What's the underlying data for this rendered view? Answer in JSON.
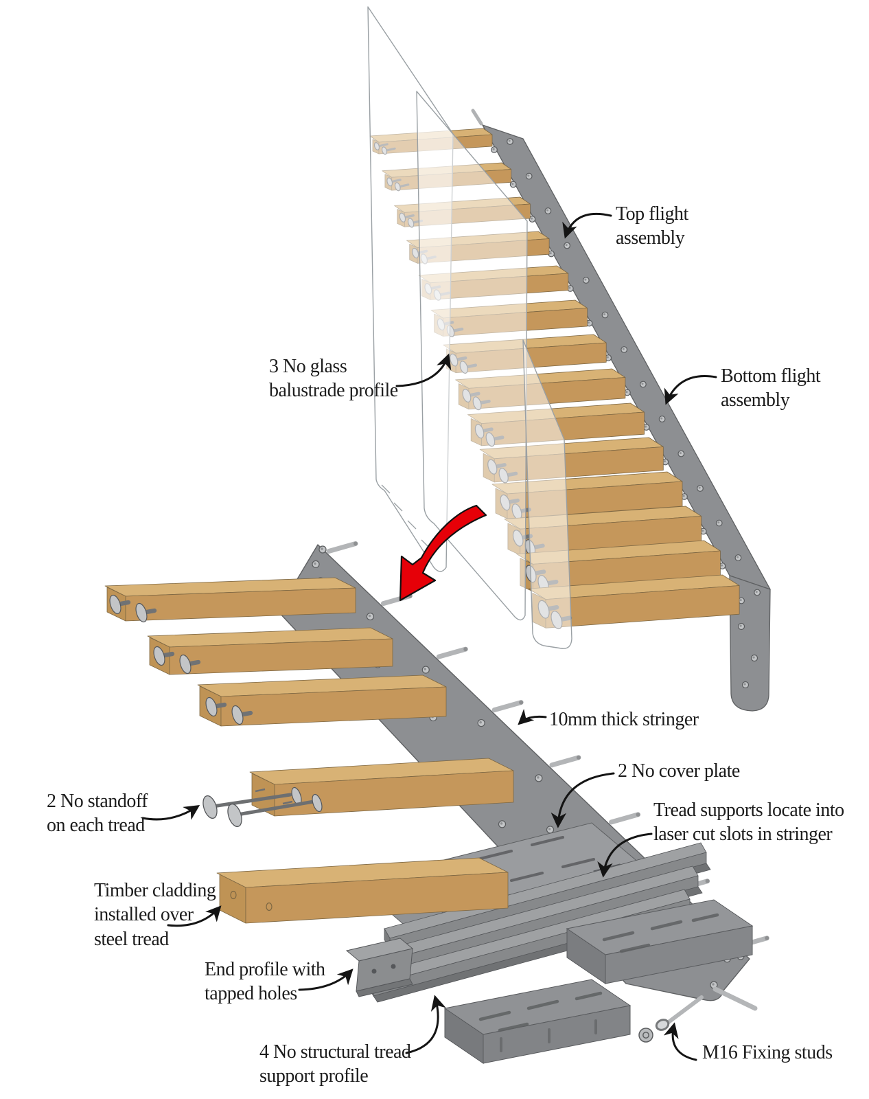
{
  "annotations": {
    "top_flight": "Top flight\nassembly",
    "bottom_flight": "Bottom flight\nassembly",
    "glass_balustrade": "3 No glass\nbalustrade profile",
    "stringer": "10mm thick stringer",
    "cover_plate": "2 No cover plate",
    "tread_supports": "Tread supports locate into\nlaser cut slots in stringer",
    "standoff": "2 No standoff\non each tread",
    "timber_cladding": "Timber cladding\ninstalled over\nsteel tread",
    "end_profile": "End profile with\ntapped holes",
    "structural_tread": "4 No structural tread\nsupport profile",
    "m16": "M16 Fixing studs"
  },
  "colors": {
    "background": "#ffffff",
    "wood_top": "#d8b275",
    "wood_front": "#c5975b",
    "wood_cap": "#bf9355",
    "wood_line": "#7d6743",
    "steel_plate": "#8d8f92",
    "steel_light": "#9fa1a3",
    "steel_mid": "#87898b",
    "steel_dark": "#707274",
    "hardware": "#c3c5c7",
    "hardware_dark": "#595b5d",
    "glass_line": "#9aa0a4",
    "label_text": "#1c1c1c",
    "leader": "#141414",
    "red_arrow": "#e60008"
  }
}
